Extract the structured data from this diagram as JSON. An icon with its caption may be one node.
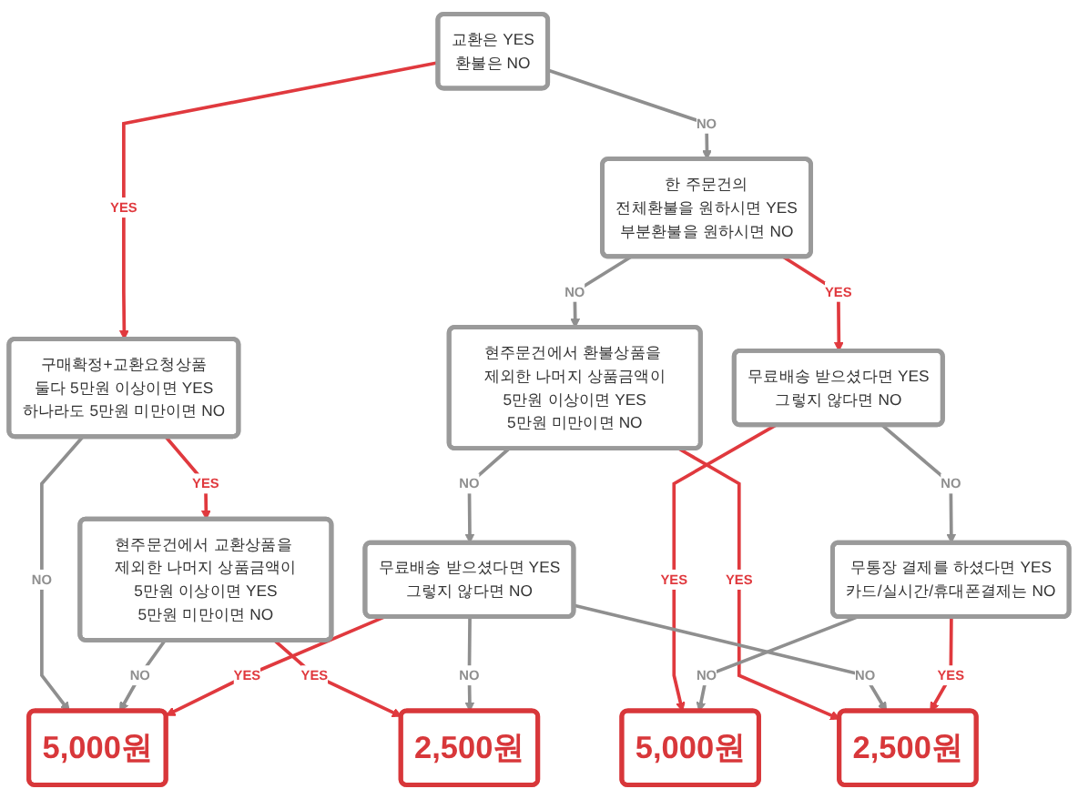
{
  "diagram": {
    "nodes": [
      {
        "text": [
          "교환은 YES",
          "환불은 NO"
        ]
      },
      {
        "text": [
          "구매확정+교환요청상품",
          "둘다 5만원 이상이면 YES",
          "하나라도 5만원 미만이면 NO"
        ]
      },
      {
        "text": [
          "현주문건에서 교환상품을 제외한 나머지 상품금액이",
          "5만원 이상이면 YES",
          "5만원 미만이면 NO"
        ]
      },
      {
        "text": [
          "한 주문건의",
          "전체환불을 원하시면 YES",
          "부분환불을 원하시면 NO"
        ]
      },
      {
        "text": [
          "5,000원"
        ]
      },
      {
        "text": [
          "2,500원"
        ]
      },
      {
        "text": [
          "무료배송 받으셨다면 YES",
          "그렇지 않다면 NO"
        ]
      },
      {
        "text": [
          "현주문건에서 환불상품을 제외한 나머지 상품금액이",
          "5만원 이상이면 YES",
          "5만원 미만이면 NO"
        ]
      },
      {
        "text": [
          "무료배송 받으셨다면 YES",
          "그렇지 않다면 NO"
        ]
      },
      {
        "text": [
          "5,000원"
        ]
      },
      {
        "text": [
          "무통장 결제를 하셨다면 YES",
          "카드/실시간/휴대폰결제는 NO"
        ]
      },
      {
        "text": [
          "2,500원"
        ]
      }
    ],
    "edges": [
      {
        "from": 0,
        "to": 1,
        "arrow": "to",
        "label": "YES",
        "color": "#e0393e"
      },
      {
        "from": 0,
        "to": 3,
        "arrow": "to",
        "label": "NO"
      },
      {
        "from": 1,
        "to": 2,
        "arrow": "to",
        "label": "YES",
        "color": "#e0393e"
      },
      {
        "from": 1,
        "to": 4,
        "arrow": "to",
        "label": "NO"
      },
      {
        "from": 2,
        "to": 4,
        "arrow": "to",
        "label": "NO"
      },
      {
        "from": 2,
        "to": 5,
        "arrow": "to",
        "label": "YES",
        "color": "#e0393e"
      },
      {
        "from": 3,
        "to": 6,
        "arrow": "to",
        "label": "YES",
        "color": "#e0393e"
      },
      {
        "from": 3,
        "to": 7,
        "arrow": "to",
        "label": "NO"
      },
      {
        "from": 6,
        "to": 9,
        "arrow": "to",
        "label": "YES",
        "color": "#e0393e"
      },
      {
        "from": 6,
        "to": 10,
        "arrow": "to",
        "label": "NO"
      },
      {
        "from": 7,
        "to": 8,
        "arrow": "to",
        "label": "NO"
      },
      {
        "from": 7,
        "to": 11,
        "arrow": "to",
        "label": "YES",
        "color": "#e0393e"
      },
      {
        "from": 8,
        "to": 4,
        "arrow": "to",
        "label": "YES",
        "color": "#e0393e"
      },
      {
        "from": 8,
        "to": 5,
        "arrow": "to",
        "label": "NO"
      },
      {
        "from": 8,
        "to": 11,
        "arrow": "to",
        "label": "NO"
      },
      {
        "from": 10,
        "to": 9,
        "arrow": "to",
        "label": "NO"
      },
      {
        "from": 10,
        "to": 11,
        "arrow": "to",
        "label": "YES",
        "color": "#e0393e"
      }
    ]
  }
}
